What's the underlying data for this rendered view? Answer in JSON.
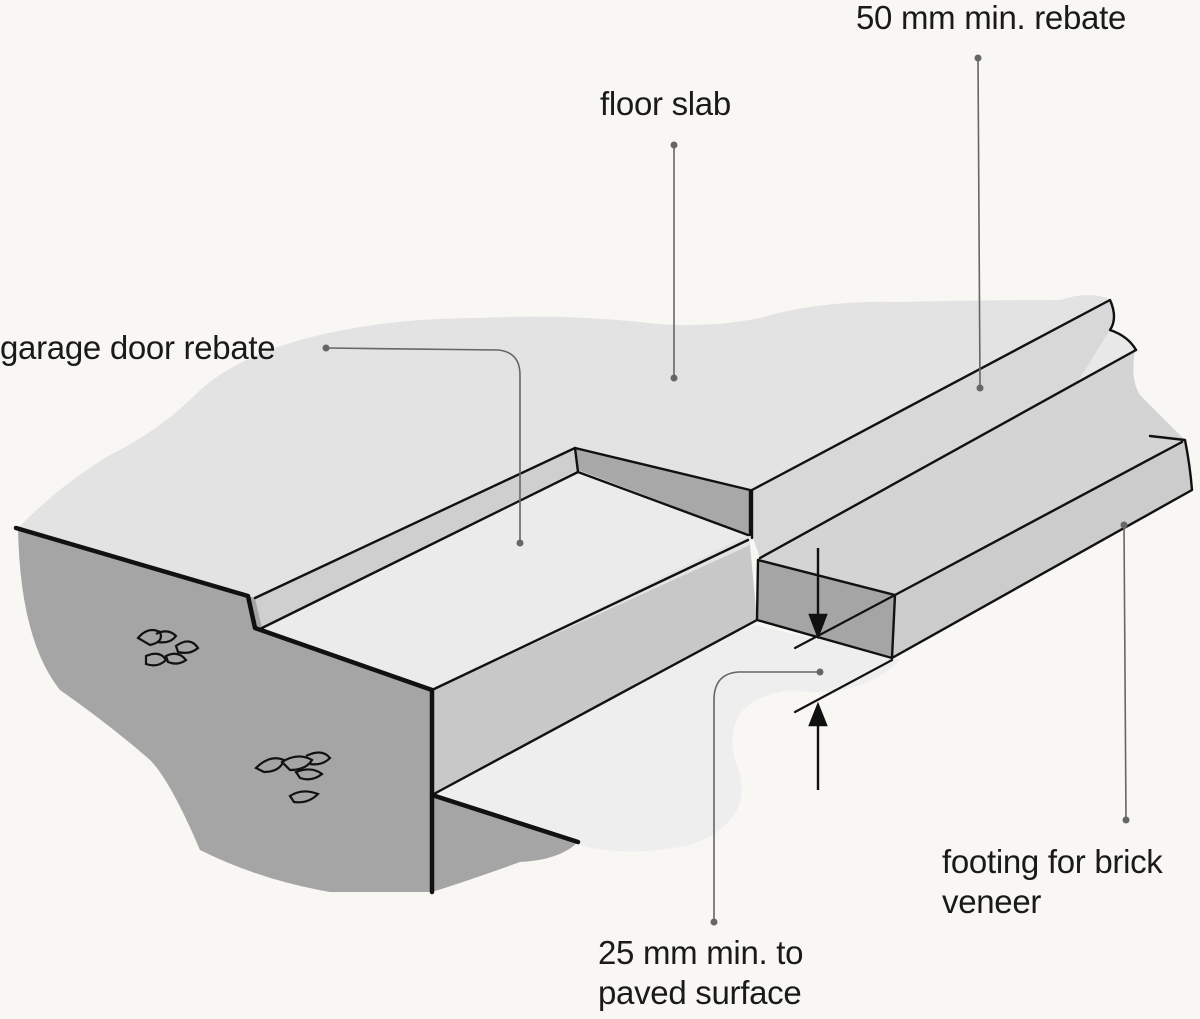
{
  "labels": {
    "rebate_50": "50 mm min. rebate",
    "floor_slab": "floor slab",
    "garage_door_rebate": "garage door rebate",
    "footing_line1": "footing for brick",
    "footing_line2": "veneer",
    "paved_line1": "25 mm min. to",
    "paved_line2": "paved surface"
  },
  "colors": {
    "background": "#f8f7f3",
    "slab_light": "#e3e3e3",
    "ground": "#eeeeee",
    "section_dark": "#a5a5a5",
    "face_mid": "#c8c8c8",
    "ink": "#111111",
    "leader": "#666666"
  }
}
